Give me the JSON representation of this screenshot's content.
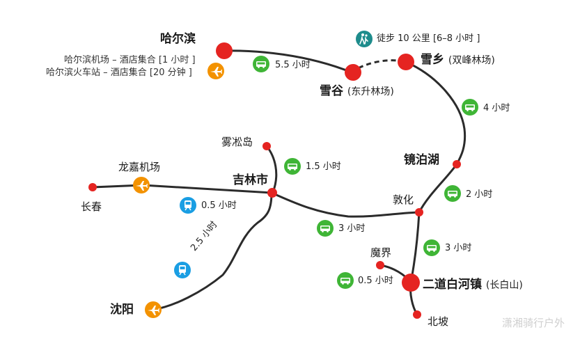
{
  "places": {
    "harbin": "哈尔滨",
    "xuegu": "雪谷",
    "xuegu_sub": "(东升林场)",
    "xuexiang": "雪乡",
    "xuexiang_sub": "(双峰林场)",
    "wusongdao": "雾凇岛",
    "longjia": "龙嘉机场",
    "changchun": "长春",
    "jilin": "吉林市",
    "jingpohu": "镜泊湖",
    "dunhua": "敦化",
    "mojie": "魔界",
    "erdao": "二道白河镇",
    "erdao_sub": "(长白山)",
    "beipo": "北坡",
    "shenyang": "沈阳"
  },
  "notes": {
    "harbin_airport": "哈尔滨机场 – 酒店集合 [1 小时 ]",
    "harbin_station": "哈尔滨火车站 – 酒店集合 [20 分钟 ]"
  },
  "durations": {
    "harbin_xuegu": "5.5 小时",
    "hike": "徒步 10 公里 [6–8 小时 ]",
    "xuexiang_jingpo": "4 小时",
    "wusong_jilin": "1.5 小时",
    "longjia_jilin": "0.5 小时",
    "jilin_dunhua": "3 小时",
    "jingpo_dunhua": "2 小时",
    "dunhua_erdao": "3 小时",
    "mojie_erdao": "0.5 小时",
    "jilin_shenyang": "2.5 小时"
  },
  "watermark": "潇湘骑行户外",
  "colors": {
    "route": "#2b2b2b",
    "node_red": "#e52421",
    "bus_green": "#3fb536",
    "train_blue": "#1a9ee3",
    "plane_orange": "#f39200",
    "hike_teal": "#1e8c8c"
  },
  "icons": {
    "bus": "bus-icon",
    "train": "train-icon",
    "plane": "airplane-icon",
    "hike": "hiking-icon"
  }
}
